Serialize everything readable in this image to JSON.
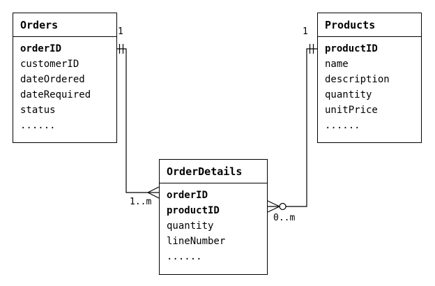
{
  "entities": {
    "orders": {
      "title": "Orders",
      "fields": [
        "orderID",
        "customerID",
        "dateOrdered",
        "dateRequired",
        "status",
        "......"
      ]
    },
    "products": {
      "title": "Products",
      "fields": [
        "productID",
        "name",
        "description",
        "quantity",
        "unitPrice",
        "......"
      ]
    },
    "order_details": {
      "title": "OrderDetails",
      "fields": [
        "orderID",
        "productID",
        "quantity",
        "lineNumber",
        "......"
      ]
    }
  },
  "cardinalities": {
    "orders_side": "1",
    "products_side": "1",
    "details_orders_side": "1..m",
    "details_products_side": "0..m"
  },
  "colors": {
    "line": "#000000",
    "background": "#ffffff"
  }
}
